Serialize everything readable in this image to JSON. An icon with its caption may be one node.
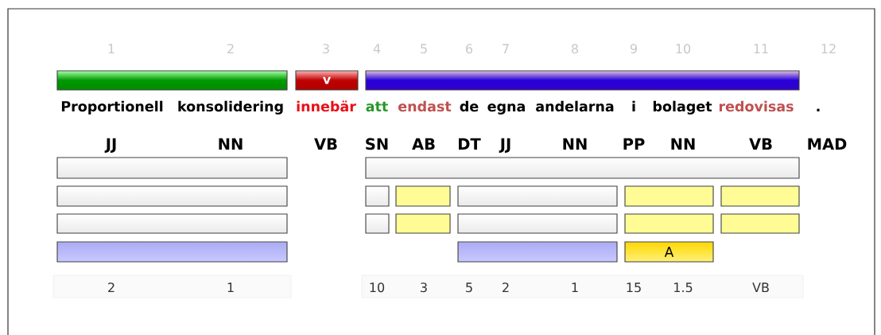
{
  "diagram": {
    "nodes": [
      {
        "text": [],
        "shape": "bar"
      },
      {
        "text": [
          "v"
        ]
      },
      {
        "text": [],
        "shape": "bar"
      },
      {
        "text": [],
        "shape": "bar"
      },
      {
        "text": [],
        "shape": "bar"
      },
      {
        "text": [],
        "shape": "bar"
      },
      {
        "text": [],
        "shape": "bar"
      },
      {
        "text": [],
        "shape": "bar"
      },
      {
        "text": [],
        "shape": "bar"
      },
      {
        "text": [],
        "shape": "bar"
      },
      {
        "text": [],
        "shape": "bar"
      },
      {
        "text": [],
        "shape": "bar"
      },
      {
        "text": [],
        "shape": "bar"
      },
      {
        "text": [],
        "shape": "bar"
      },
      {
        "text": [],
        "shape": "bar"
      },
      {
        "text": [],
        "shape": "bar"
      },
      {
        "text": [],
        "shape": "bar"
      },
      {
        "text": [],
        "shape": "bar"
      },
      {
        "text": [],
        "shape": "bar"
      },
      {
        "text": [
          "A"
        ]
      }
    ],
    "labels": [
      "1",
      "2",
      "3",
      "4",
      "5",
      "6",
      "7",
      "8",
      "9",
      "10",
      "11",
      "12",
      "Proportionell",
      "konsolidering",
      "innebär",
      "att",
      "endast",
      "de",
      "egna",
      "andelarna",
      "i",
      "bolaget",
      "redovisas",
      ".",
      "JJ",
      "NN",
      "VB",
      "SN",
      "AB",
      "DT",
      "JJ",
      "NN",
      "PP",
      "NN",
      "VB",
      "MAD",
      "2",
      "1",
      "10",
      "3",
      "5",
      "2",
      "1",
      "15",
      "1.5",
      "VB"
    ]
  }
}
